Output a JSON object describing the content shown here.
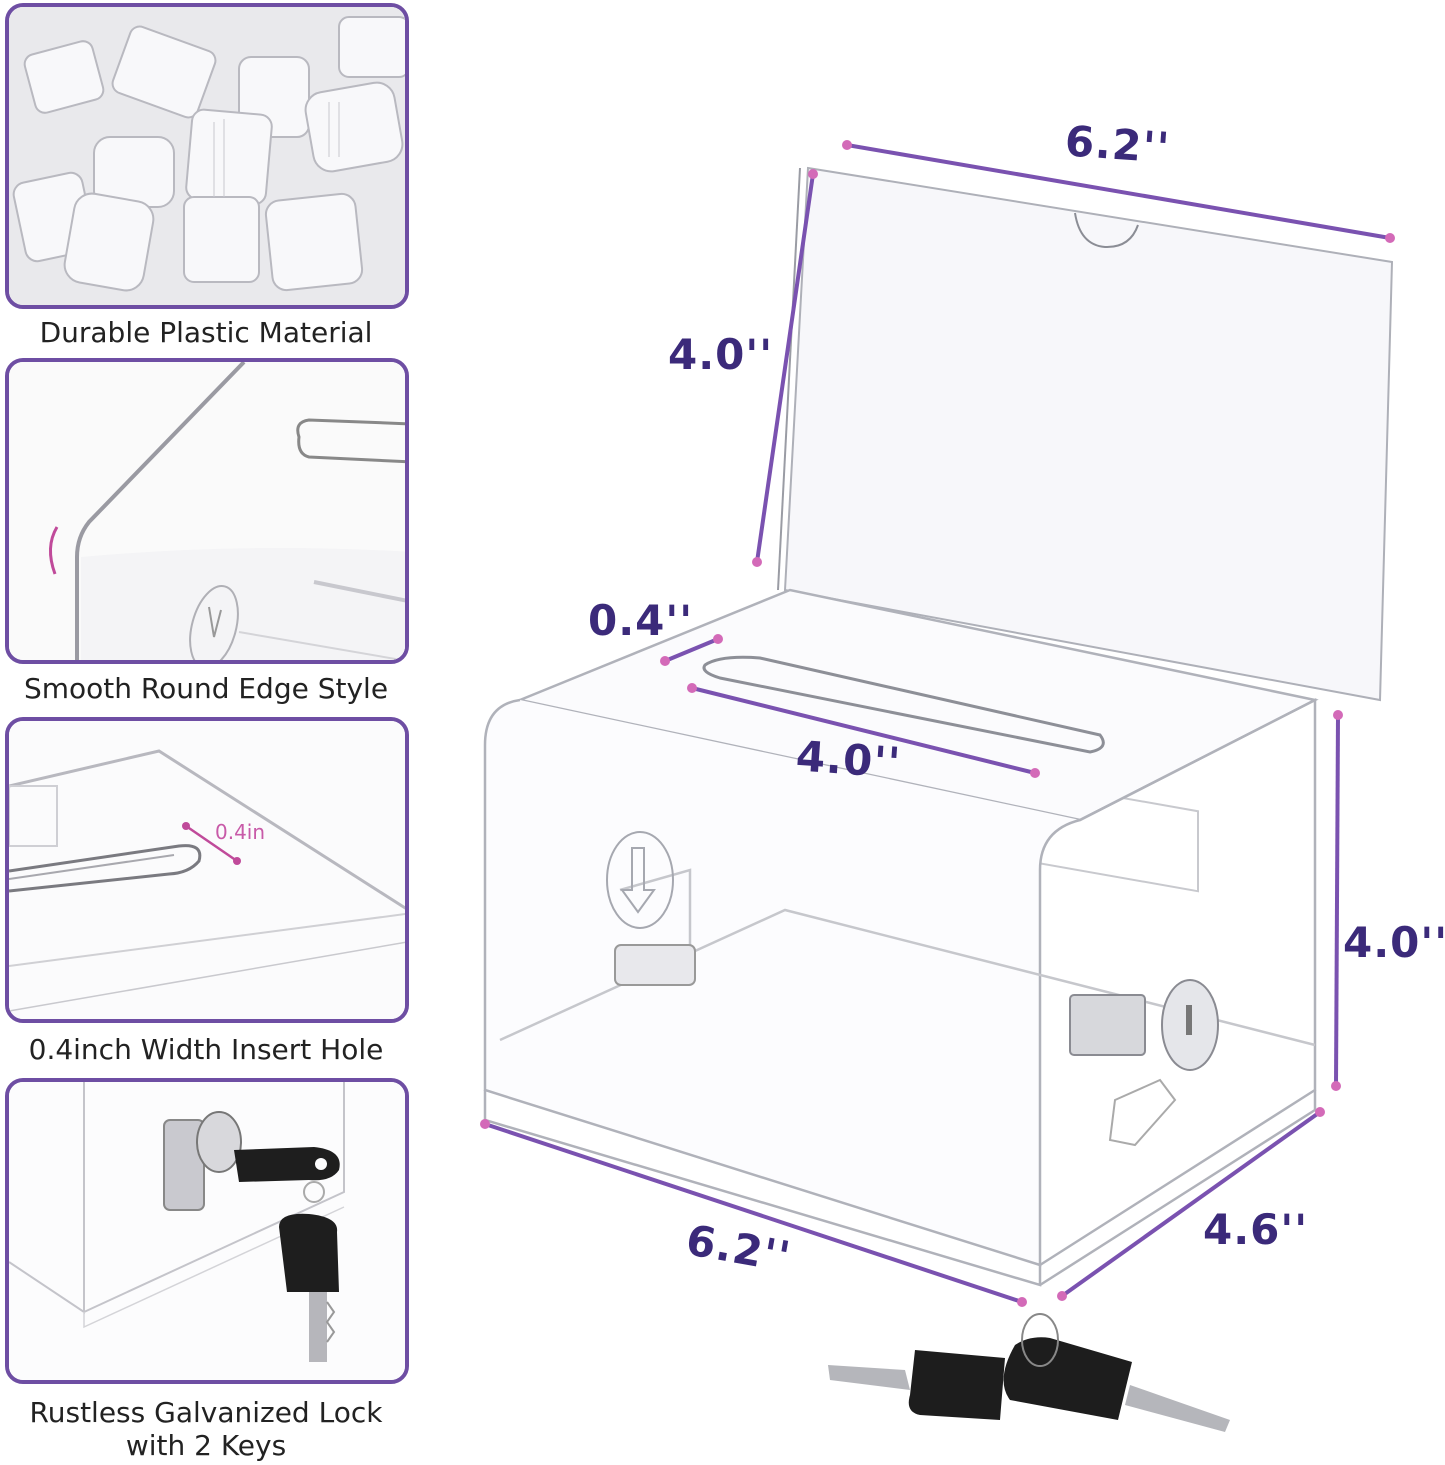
{
  "colors": {
    "panel_border": "#6e4ea3",
    "dimension_line": "#7a52b0",
    "dimension_dot": "#d36ab8",
    "dimension_text": "#3b2a7a",
    "caption_text": "#222222"
  },
  "features": [
    {
      "caption": "Durable Plastic Material",
      "image": "plastic-pellets"
    },
    {
      "caption": "Smooth Round Edge Style",
      "image": "rounded-edge-closeup"
    },
    {
      "caption": "0.4inch Width Insert Hole",
      "image": "slot-closeup",
      "annotation": "0.4in"
    },
    {
      "caption_line1": "Rustless Galvanized Lock",
      "caption_line2": "with 2 Keys",
      "image": "lock-with-keys"
    }
  ],
  "product": {
    "name": "acrylic-ballot-box",
    "dimensions": {
      "lid_width": "6.2''",
      "lid_height": "4.0''",
      "slot_width": "0.4''",
      "slot_length": "4.0''",
      "box_height": "4.0''",
      "box_width": "6.2''",
      "box_depth": "4.6''"
    },
    "accessory": "2 keys"
  }
}
